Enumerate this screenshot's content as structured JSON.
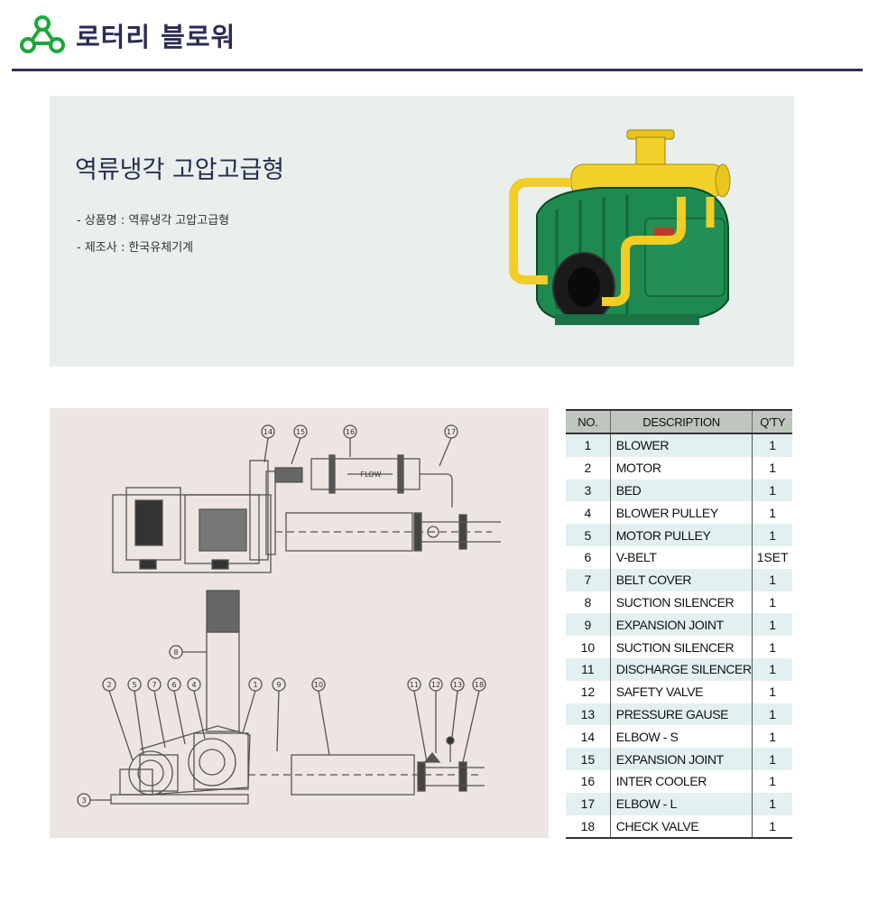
{
  "header": {
    "title": "로터리 블로워",
    "accent_color": "#2f3157",
    "logo_color": "#1aa83a",
    "logo_icon": "trefoil-logo"
  },
  "product": {
    "name": "역류냉각 고압고급형",
    "specs": [
      "- 상품명 : 역류냉각 고압고급형",
      "- 제조사 : 한국유체기계"
    ],
    "photo": "green-rotary-blower-with-yellow-cooling-pipes"
  },
  "drawing": {
    "flow_label": "FLOW",
    "callouts": [
      "14",
      "15",
      "16",
      "17",
      "8",
      "2",
      "5",
      "7",
      "6",
      "4",
      "1",
      "9",
      "10",
      "11",
      "12",
      "13",
      "18",
      "3"
    ]
  },
  "parts_table": {
    "headers": [
      "NO.",
      "DESCRIPTION",
      "Q'TY"
    ],
    "rows": [
      {
        "no": "1",
        "desc": "BLOWER",
        "qty": "1"
      },
      {
        "no": "2",
        "desc": "MOTOR",
        "qty": "1"
      },
      {
        "no": "3",
        "desc": "BED",
        "qty": "1"
      },
      {
        "no": "4",
        "desc": "BLOWER PULLEY",
        "qty": "1"
      },
      {
        "no": "5",
        "desc": "MOTOR PULLEY",
        "qty": "1"
      },
      {
        "no": "6",
        "desc": "V-BELT",
        "qty": "1SET"
      },
      {
        "no": "7",
        "desc": "BELT COVER",
        "qty": "1"
      },
      {
        "no": "8",
        "desc": "SUCTION SILENCER",
        "qty": "1"
      },
      {
        "no": "9",
        "desc": "EXPANSION JOINT",
        "qty": "1"
      },
      {
        "no": "10",
        "desc": "SUCTION SILENCER",
        "qty": "1"
      },
      {
        "no": "11",
        "desc": "DISCHARGE SILENCER",
        "qty": "1"
      },
      {
        "no": "12",
        "desc": "SAFETY VALVE",
        "qty": "1"
      },
      {
        "no": "13",
        "desc": "PRESSURE GAUSE",
        "qty": "1"
      },
      {
        "no": "14",
        "desc": "ELBOW - S",
        "qty": "1"
      },
      {
        "no": "15",
        "desc": "EXPANSION JOINT",
        "qty": "1"
      },
      {
        "no": "16",
        "desc": "INTER COOLER",
        "qty": "1"
      },
      {
        "no": "17",
        "desc": "ELBOW - L",
        "qty": "1"
      },
      {
        "no": "18",
        "desc": "CHECK VALVE",
        "qty": "1"
      }
    ]
  }
}
